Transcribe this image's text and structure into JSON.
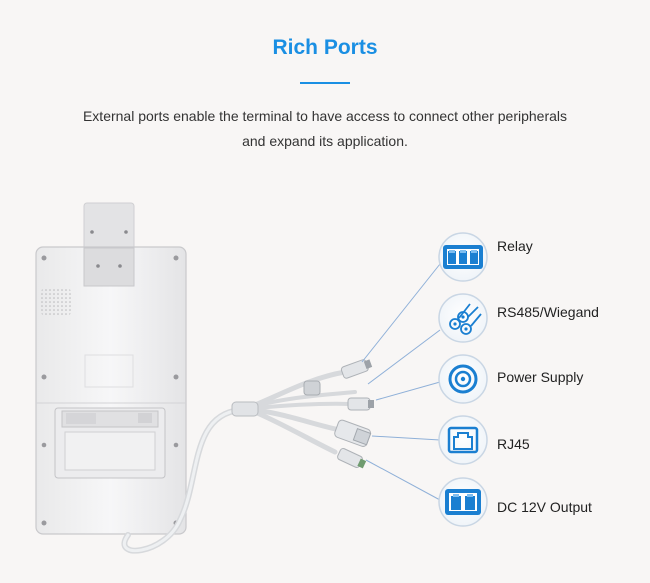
{
  "heading": "Rich Ports",
  "description": "External ports enable the terminal to have access to connect other peripherals and expand its application.",
  "accent_color": "#1a8fe3",
  "ports": [
    {
      "label": "Relay",
      "icon": "relay-block-icon"
    },
    {
      "label": "RS485/Wiegand",
      "icon": "wire-bundle-icon"
    },
    {
      "label": "Power Supply",
      "icon": "power-jack-icon"
    },
    {
      "label": "RJ45",
      "icon": "ethernet-port-icon"
    },
    {
      "label": "DC 12V Output",
      "icon": "terminal-block-icon"
    }
  ]
}
